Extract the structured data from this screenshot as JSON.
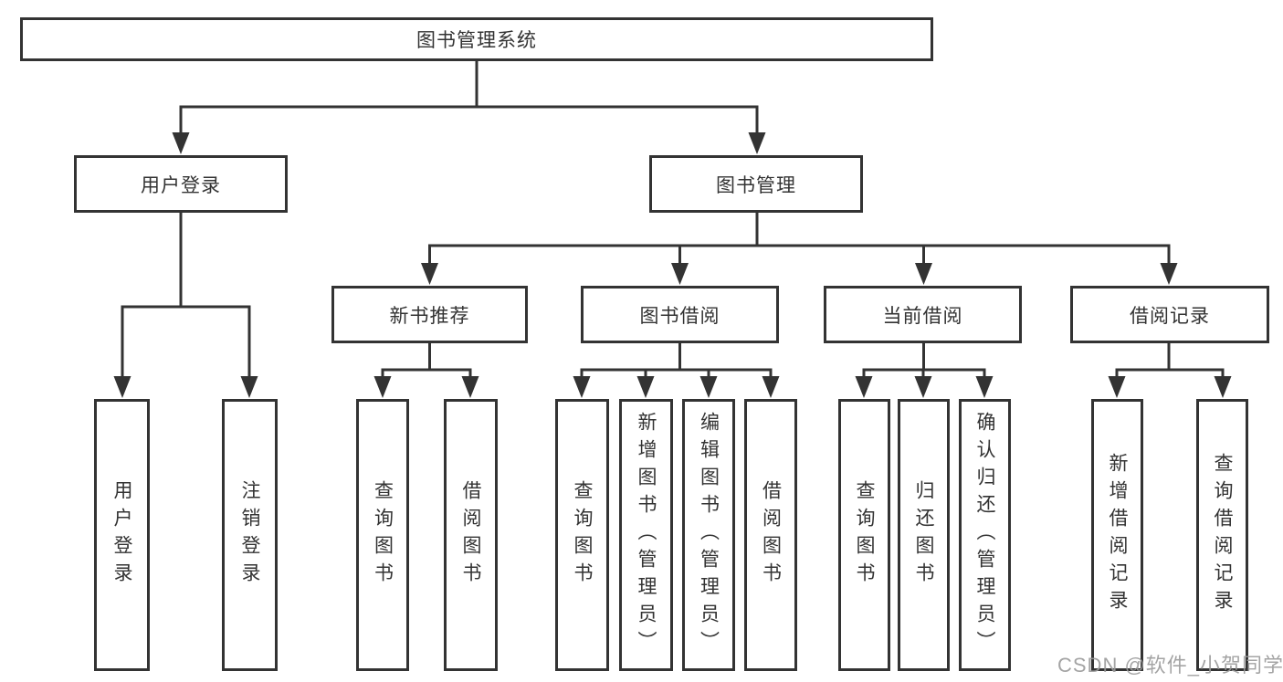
{
  "diagram": {
    "root": {
      "label": "图书管理系统"
    },
    "branches": [
      {
        "label": "用户登录",
        "children": [
          {
            "label": "用户登录"
          },
          {
            "label": "注销登录"
          }
        ]
      },
      {
        "label": "图书管理",
        "children": [
          {
            "label": "新书推荐",
            "children": [
              {
                "label": "查询图书"
              },
              {
                "label": "借阅图书"
              }
            ]
          },
          {
            "label": "图书借阅",
            "children": [
              {
                "label": "查询图书"
              },
              {
                "label": "新增图书（管理员）"
              },
              {
                "label": "编辑图书（管理员）"
              },
              {
                "label": "借阅图书"
              }
            ]
          },
          {
            "label": "当前借阅",
            "children": [
              {
                "label": "查询图书"
              },
              {
                "label": "归还图书"
              },
              {
                "label": "确认归还（管理员）"
              }
            ]
          },
          {
            "label": "借阅记录",
            "children": [
              {
                "label": "新增借阅记录"
              },
              {
                "label": "查询借阅记录"
              }
            ]
          }
        ]
      }
    ]
  },
  "watermark": {
    "label": "CSDN @软件_小贺同学"
  },
  "colors": {
    "line": "#333333",
    "text": "#333333",
    "watermark": "#9b9b9b",
    "background": "#ffffff"
  }
}
